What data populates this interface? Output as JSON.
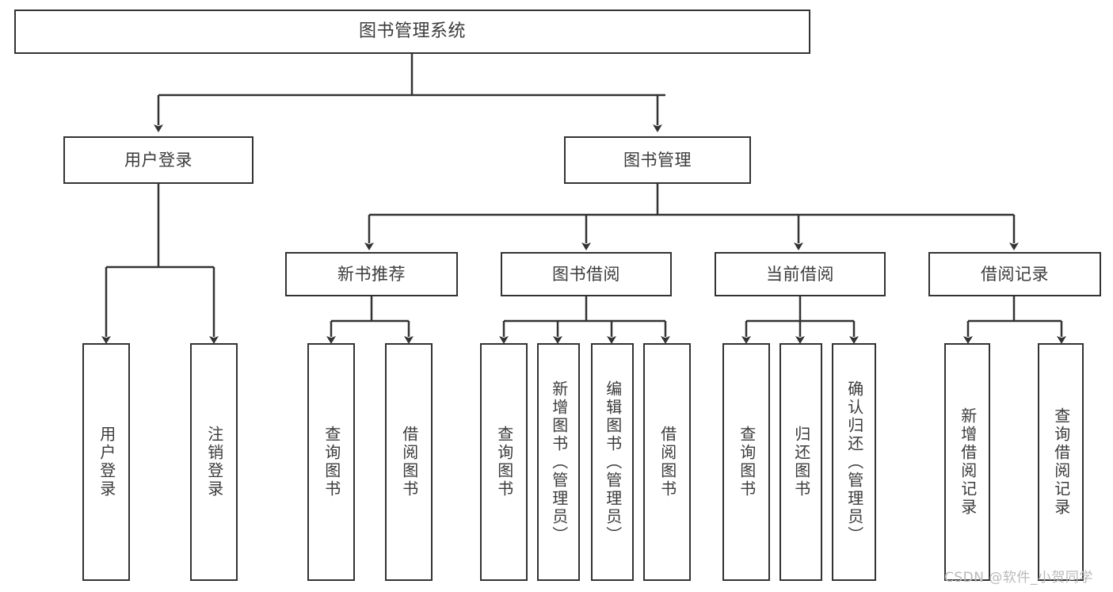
{
  "diagram": {
    "title": "图书管理系统",
    "type": "tree-hierarchy",
    "watermark": "CSDN @软件_小贺同学",
    "colors": {
      "stroke": "#333333",
      "text": "#3b3b3b",
      "background": "#ffffff",
      "watermark": "#b9b9b9"
    },
    "root": {
      "label": "图书管理系统"
    },
    "level1": [
      {
        "label": "用户登录"
      },
      {
        "label": "图书管理"
      }
    ],
    "level2": [
      {
        "label": "新书推荐"
      },
      {
        "label": "图书借阅"
      },
      {
        "label": "当前借阅"
      },
      {
        "label": "借阅记录"
      }
    ],
    "leaves": {
      "user_login": [
        {
          "label": "用户登录"
        },
        {
          "label": "注销登录"
        }
      ],
      "new_book_recommend": [
        {
          "label": "查询图书"
        },
        {
          "label": "借阅图书"
        }
      ],
      "book_borrow": [
        {
          "label": "查询图书"
        },
        {
          "label": "新增图书（管理员）"
        },
        {
          "label": "编辑图书（管理员）"
        },
        {
          "label": "借阅图书"
        }
      ],
      "current_borrow": [
        {
          "label": "查询图书"
        },
        {
          "label": "归还图书"
        },
        {
          "label": "确认归还（管理员）"
        }
      ],
      "borrow_record": [
        {
          "label": "新增借阅记录"
        },
        {
          "label": "查询借阅记录"
        }
      ]
    }
  }
}
